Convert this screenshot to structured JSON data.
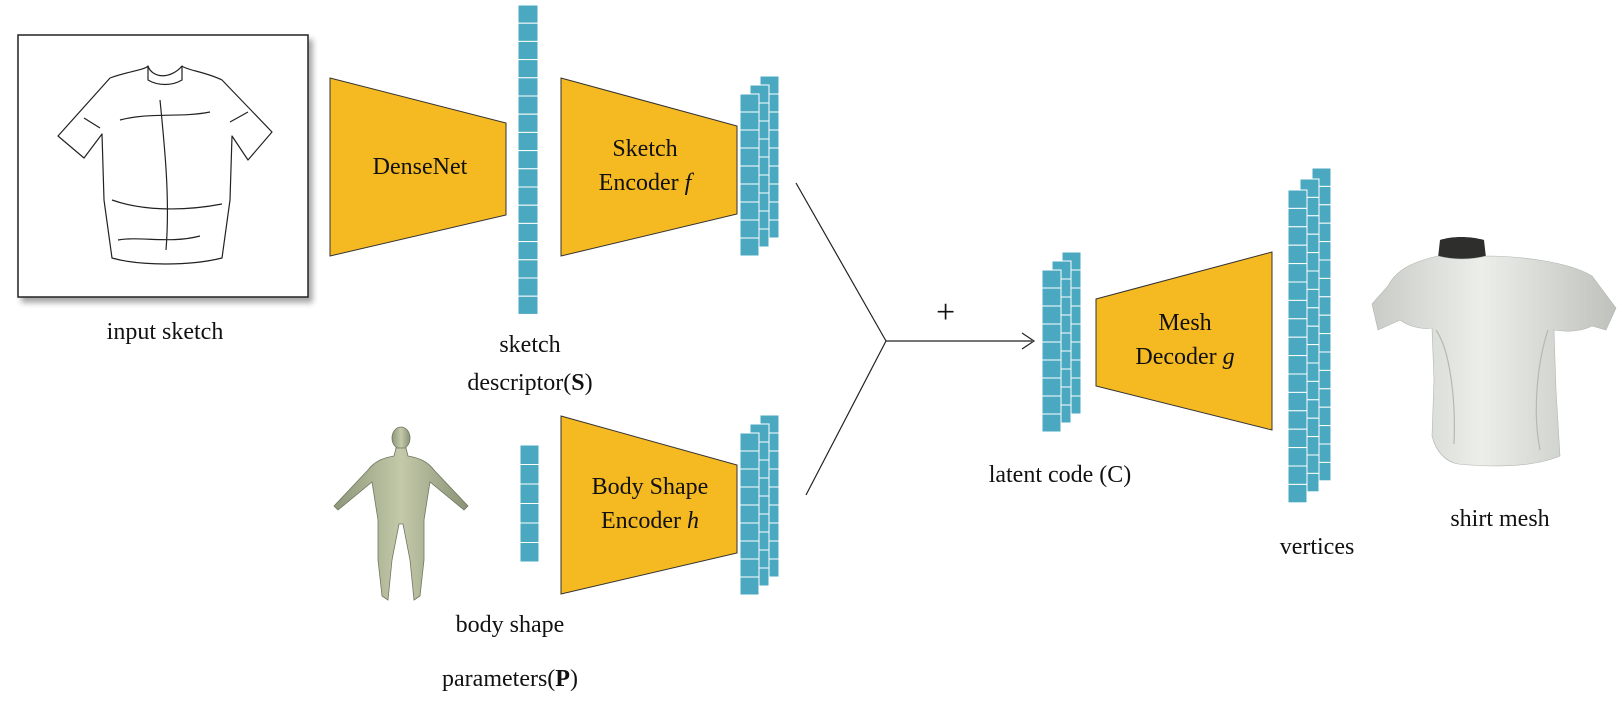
{
  "colors": {
    "encoder": "#F5B922",
    "feature": "#4AA8C0",
    "feature_border": "#ffffff",
    "line": "#222222"
  },
  "labels": {
    "input_sketch": "input sketch",
    "sketch_descriptor_1": "sketch",
    "sketch_descriptor_2": "descriptor(",
    "sketch_descriptor_sym": "S",
    "sketch_descriptor_end": ")",
    "body_shape_1": "body shape",
    "body_shape_2": "parameters(",
    "body_shape_sym": "P",
    "body_shape_end": ")",
    "latent_code": "latent code (C)",
    "vertices": "vertices",
    "shirt_mesh": "shirt mesh",
    "plus": "+"
  },
  "blocks": {
    "densenet": "DenseNet",
    "sketch_encoder_1": "Sketch",
    "sketch_encoder_2": "Encoder ",
    "sketch_encoder_var": "f",
    "body_encoder_1": "Body Shape",
    "body_encoder_2": "Encoder ",
    "body_encoder_var": "h",
    "mesh_decoder_1": "Mesh",
    "mesh_decoder_2": "Decoder ",
    "mesh_decoder_var": "g"
  }
}
